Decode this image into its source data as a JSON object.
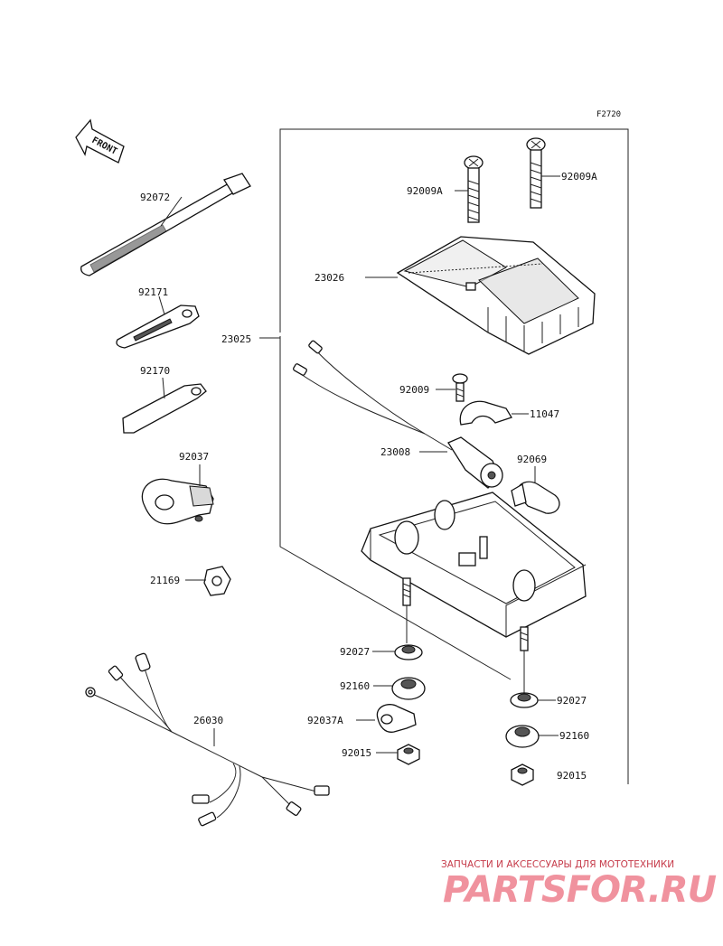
{
  "figure_code": "F2720",
  "front_arrow": "FRONT",
  "labels": {
    "p92072": "92072",
    "p92171": "92171",
    "p92170": "92170",
    "p92037": "92037",
    "p21169": "21169",
    "p26030": "26030",
    "p23025": "23025",
    "p92009A_left": "92009A",
    "p92009A_right": "92009A",
    "p23026": "23026",
    "p92009": "92009",
    "p11047": "11047",
    "p23008": "23008",
    "p92069": "92069",
    "p92027_left": "92027",
    "p92160_left": "92160",
    "p92037A": "92037A",
    "p92015_left": "92015",
    "p92027_right": "92027",
    "p92160_right": "92160",
    "p92015_right": "92015"
  },
  "watermark": {
    "caption": "ЗАПЧАСТИ И АКСЕССУАРЫ ДЛЯ МОТОТЕХНИКИ",
    "logo": "PARTSFOR.RU"
  }
}
